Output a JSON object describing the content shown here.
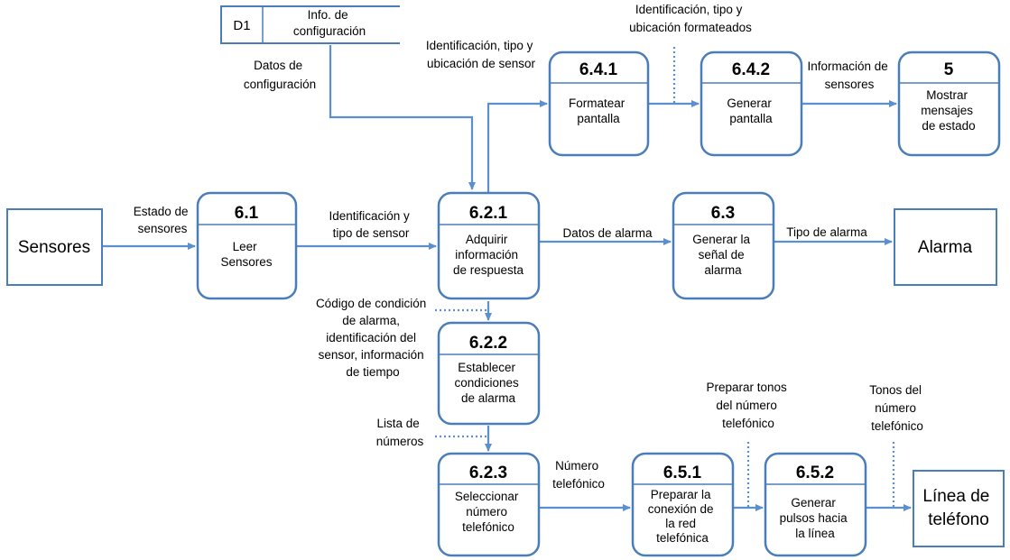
{
  "processes": {
    "p61": {
      "id": "6.1",
      "lines": [
        "Leer",
        "Sensores"
      ]
    },
    "p621": {
      "id": "6.2.1",
      "lines": [
        "Adquirir",
        "información",
        "de respuesta"
      ]
    },
    "p622": {
      "id": "6.2.2",
      "lines": [
        "Establecer",
        "condiciones",
        "de alarma"
      ]
    },
    "p623": {
      "id": "6.2.3",
      "lines": [
        "Seleccionar",
        "número",
        "telefónico"
      ]
    },
    "p63": {
      "id": "6.3",
      "lines": [
        "Generar la",
        "señal de",
        "alarma"
      ]
    },
    "p641": {
      "id": "6.4.1",
      "lines": [
        "Formatear",
        "pantalla"
      ]
    },
    "p642": {
      "id": "6.4.2",
      "lines": [
        "Generar",
        "pantalla"
      ]
    },
    "p5": {
      "id": "5",
      "lines": [
        "Mostrar",
        "mensajes",
        "de estado"
      ]
    },
    "p651": {
      "id": "6.5.1",
      "lines": [
        "Preparar la",
        "conexión de",
        "la red",
        "telefónica"
      ]
    },
    "p652": {
      "id": "6.5.2",
      "lines": [
        "Generar",
        "pulsos hacia",
        "la línea"
      ]
    }
  },
  "entities": {
    "sensores": {
      "lines": [
        "Sensores"
      ]
    },
    "alarma": {
      "lines": [
        "Alarma"
      ]
    },
    "linea": {
      "lines": [
        "Línea de",
        "teléfono"
      ]
    }
  },
  "datastore": {
    "id": "D1",
    "lines": [
      "Info. de",
      "configuración"
    ]
  },
  "flows": {
    "estado_sensores": [
      "Estado de",
      "sensores"
    ],
    "ident_tipo_sensor": [
      "Identificación y",
      "tipo de sensor"
    ],
    "datos_config": [
      "Datos de",
      "configuración"
    ],
    "ident_ubic_sensor": [
      "Identificación, tipo y",
      "ubicación de sensor"
    ],
    "ident_formateados": [
      "Identificación, tipo y",
      "ubicación formateados"
    ],
    "info_sensores": [
      "Información de",
      "sensores"
    ],
    "datos_alarma": [
      "Datos de alarma"
    ],
    "tipo_alarma": [
      "Tipo de alarma"
    ],
    "codigo_condicion": [
      "Código de condición",
      "de alarma,",
      "identificación del",
      "sensor, información",
      "de tiempo"
    ],
    "lista_numeros": [
      "Lista de",
      "números"
    ],
    "numero_telefonico": [
      "Número",
      "telefónico"
    ],
    "preparar_tonos": [
      "Preparar tonos",
      "del número",
      "telefónico"
    ],
    "tonos_numero": [
      "Tonos del",
      "número",
      "telefónico"
    ]
  }
}
